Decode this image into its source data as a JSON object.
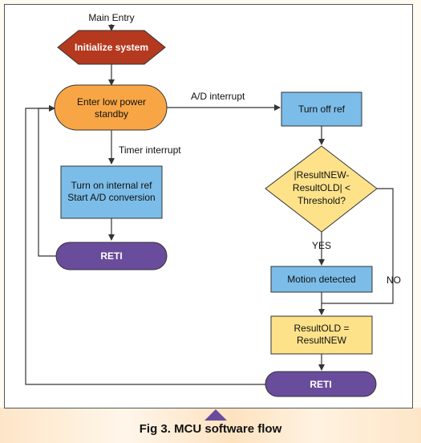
{
  "diagram": {
    "nodes": {
      "main_entry": "Main Entry",
      "initialize": "Initialize system",
      "low_power": [
        "Enter low power",
        "standby"
      ],
      "turn_on_ref": [
        "Turn on internal ref",
        "Start A/D conversion"
      ],
      "reti_left": "RETI",
      "turn_off_ref": "Turn off ref",
      "threshold": [
        "|ResultNEW-",
        "ResultOLD| <",
        "Threshold?"
      ],
      "motion_detected": "Motion detected",
      "result_old": [
        "ResultOLD =",
        "ResultNEW"
      ],
      "reti_right": "RETI"
    },
    "edges": {
      "ad_interrupt": "A/D interrupt",
      "timer_interrupt": "Timer interrupt",
      "yes": "YES",
      "no": "NO"
    },
    "colors": {
      "init_fill": "#b5391f",
      "terminal_fill": "#f8a645",
      "process_fill": "#7bbde8",
      "decision_fill": "#fde28a",
      "result_fill": "#fde28a",
      "reti_fill": "#6a4c9c",
      "line": "#333333"
    }
  },
  "caption": "Fig 3. MCU software flow"
}
